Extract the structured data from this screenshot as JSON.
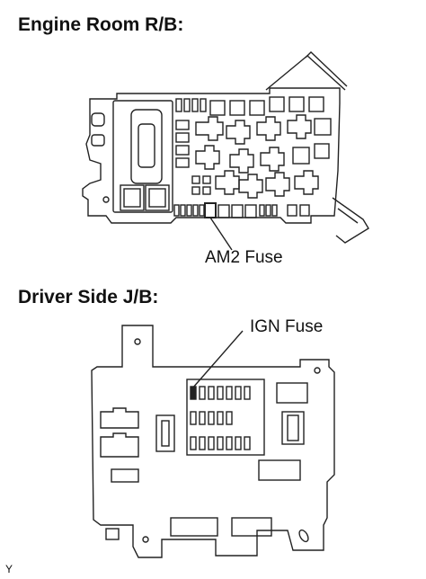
{
  "sections": [
    {
      "heading": "Engine Room R/B:",
      "callout": "AM2 Fuse"
    },
    {
      "heading": "Driver Side J/B:",
      "callout": "IGN Fuse"
    }
  ],
  "figure_id": "Y"
}
